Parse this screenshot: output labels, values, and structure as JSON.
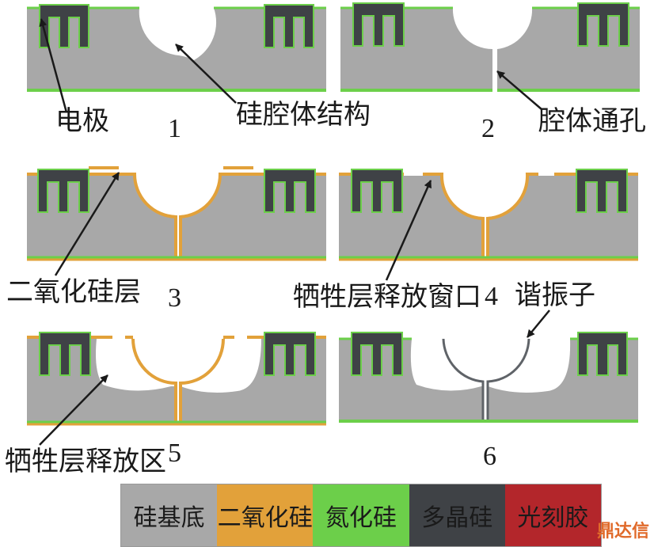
{
  "colors": {
    "silicon": "#a8a8a8",
    "oxide": "#e2a13a",
    "nitride": "#6ccf4a",
    "poly": "#3f4246",
    "resist": "#b3262b",
    "arrow": "#1a1a1a"
  },
  "steps": [
    {
      "number": "1",
      "labels": [
        "电极",
        "硅腔体结构"
      ]
    },
    {
      "number": "2",
      "labels": [
        "腔体通孔"
      ]
    },
    {
      "number": "3",
      "labels": [
        "二氧化硅层"
      ]
    },
    {
      "number": "4",
      "labels": [
        "牺牲层释放窗口",
        "谐振子"
      ]
    },
    {
      "number": "5",
      "labels": [
        "牺牲层释放区"
      ]
    },
    {
      "number": "6",
      "labels": []
    }
  ],
  "legend": [
    {
      "label": "硅基底",
      "color": "#a8a8a8"
    },
    {
      "label": "二氧化硅",
      "color": "#e2a13a"
    },
    {
      "label": "氮化硅",
      "color": "#6ccf4a"
    },
    {
      "label": "多晶硅",
      "color": "#3f4246"
    },
    {
      "label": "光刻胶",
      "color": "#b3262b"
    }
  ],
  "watermark": "鼎达信"
}
